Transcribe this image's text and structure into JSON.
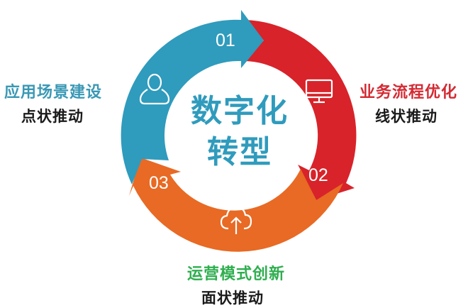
{
  "center": {
    "line1": "数字化",
    "line2": "转型"
  },
  "segments": [
    {
      "number": "01",
      "icon": "user-icon",
      "color": "#2f9bbd",
      "title": "应用场景建设",
      "title_color": "#3a98b5",
      "subtitle": "点状推动"
    },
    {
      "number": "02",
      "icon": "monitor-icon",
      "color": "#d8232a",
      "title": "业务流程优化",
      "title_color": "#d42a33",
      "subtitle": "线状推动"
    },
    {
      "number": "03",
      "icon": "cloud-upload-icon",
      "color": "#e86a24",
      "title": "运营模式创新",
      "title_color": "#2fae4f",
      "subtitle": "面状推动"
    }
  ],
  "colors": {
    "center_text": "#2f9bbd",
    "background": "#ffffff"
  }
}
